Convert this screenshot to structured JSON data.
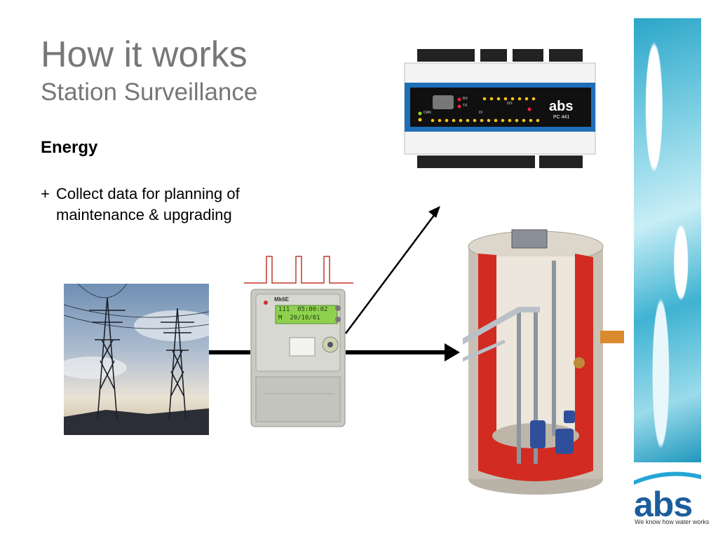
{
  "slide": {
    "title": "How it works",
    "subtitle": "Station Surveillance",
    "heading": "Energy",
    "bullet_mark": "+",
    "bullet_text": "Collect data for planning of maintenance & upgrading"
  },
  "meter": {
    "brand": "Mk6E",
    "display_line1": "111  05:00:02",
    "display_line2": "M  20/10/01"
  },
  "controller": {
    "brand": "abs",
    "model": "PC 441",
    "led_labels": [
      "RX",
      "TX",
      "CAN"
    ],
    "do_label": "DO",
    "di_label": "DI"
  },
  "logo": {
    "text": "abs",
    "tagline": "We know how water works"
  },
  "colors": {
    "title_gray": "#777777",
    "pulse_red": "#c0392b",
    "brand_blue": "#1d5d9c",
    "controller_band": "#1e6fb7"
  }
}
